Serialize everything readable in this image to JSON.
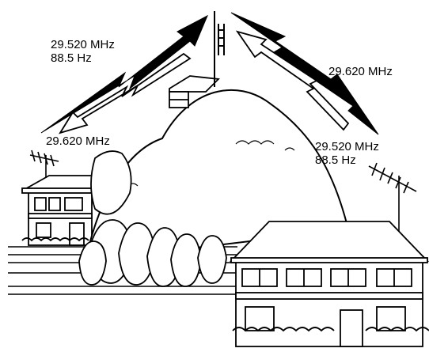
{
  "labels": {
    "left_freq": "29.520 MHz",
    "left_tone": "88.5 Hz",
    "left_receive": "29.620 MHz",
    "right_transmit": "29.620 MHz",
    "right_freq": "29.520 MHz",
    "right_tone": "88.5 Hz"
  },
  "colors": {
    "ink": "#000000",
    "paper": "#ffffff",
    "shade": "#e6e6e6"
  }
}
